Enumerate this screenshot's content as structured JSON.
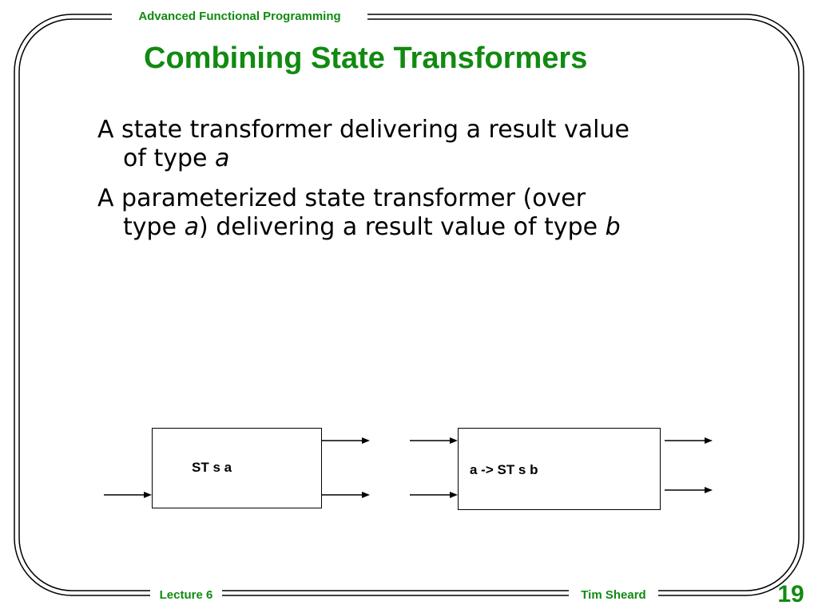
{
  "header": {
    "course": "Advanced Functional Programming"
  },
  "slide": {
    "title": "Combining State Transformers",
    "bullets": [
      {
        "line1": "A state transformer delivering a result value",
        "line2_prefix": "of type ",
        "line2_var": "a"
      },
      {
        "line1": "A parameterized state transformer (over",
        "line2_prefix": "type ",
        "line2_var": "a",
        "line2_mid": ") delivering a result value of type ",
        "line2_var2": "b"
      }
    ]
  },
  "diagram": {
    "box1_label": "ST s a",
    "box2_label": "a -> ST s b"
  },
  "footer": {
    "lecture": "Lecture 6",
    "author": "Tim Sheard",
    "page": "19"
  },
  "colors": {
    "accent": "#118a11"
  }
}
